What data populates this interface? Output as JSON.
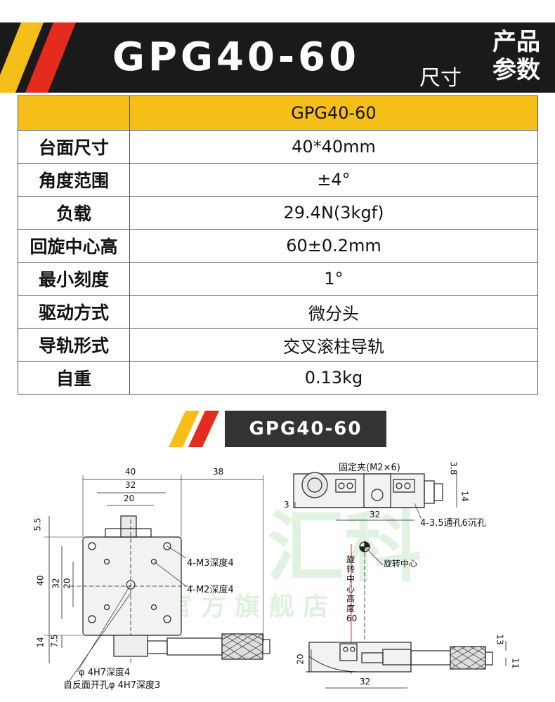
{
  "header": {
    "title": "GPG40-60",
    "subtitle_small": "尺寸",
    "subtitle_big_line1": "产品",
    "subtitle_big_line2": "参数"
  },
  "table": {
    "head_value": "GPG40-60",
    "rows": [
      {
        "label": "台面尺寸",
        "value": "40*40mm"
      },
      {
        "label": "角度范围",
        "value": "±4°"
      },
      {
        "label": "负载",
        "value": "29.4N(3kgf)"
      },
      {
        "label": "回旋中心高",
        "value": "60±0.2mm"
      },
      {
        "label": "最小刻度",
        "value": "1°"
      },
      {
        "label": "驱动方式",
        "value": "微分头"
      },
      {
        "label": "导轨形式",
        "value": "交叉滚柱导轨"
      },
      {
        "label": "自重",
        "value": "0.13kg"
      }
    ]
  },
  "section": {
    "title": "GPG40-60"
  },
  "drawing": {
    "dims_top": [
      "40",
      "32",
      "20",
      "38"
    ],
    "dims_left": [
      "5.5",
      "40",
      "32",
      "20",
      "14",
      "7.5"
    ],
    "notes_front": [
      "4-M3深度4",
      "4-M2深度4",
      "φ 4H7深度4",
      "自反面开孔φ 4H7深度3"
    ],
    "notes_side": [
      "固定夹(M2×6)",
      "3.8",
      "14",
      "3",
      "32",
      "4-3.5通孔6沉孔"
    ],
    "notes_bottom": [
      "旋转中心",
      "旋转中心高度 60",
      "20",
      "32",
      "13",
      "11"
    ],
    "watermark_big": "汇科",
    "watermark_small": "汇 科 官 方 旗 舰 店"
  },
  "colors": {
    "header_bg": "#1a1a1a",
    "table_head": "#f6be18",
    "stripe_yellow": "#f6be18",
    "stripe_red": "#e52a1e",
    "badge_bg": "#333333",
    "watermark": "#c8e8c8"
  }
}
